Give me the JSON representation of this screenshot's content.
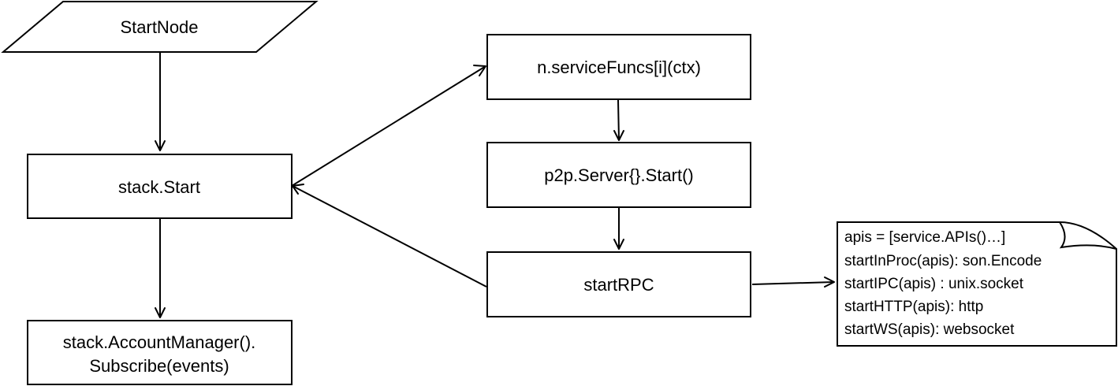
{
  "nodes": {
    "start_node": "StartNode",
    "stack_start": "stack.Start",
    "account_manager_line1": "stack.AccountManager().",
    "account_manager_line2": "Subscribe(events)",
    "service_funcs": "n.serviceFuncs[i](ctx)",
    "p2p_server": "p2p.Server{}.Start()",
    "start_rpc": "startRPC"
  },
  "note": {
    "lines": [
      "apis = [service.APIs()…]",
      "startInProc(apis):  son.Encode",
      "startIPC(apis) : unix.socket",
      "startHTTP(apis): http",
      "startWS(apis): websocket"
    ]
  }
}
